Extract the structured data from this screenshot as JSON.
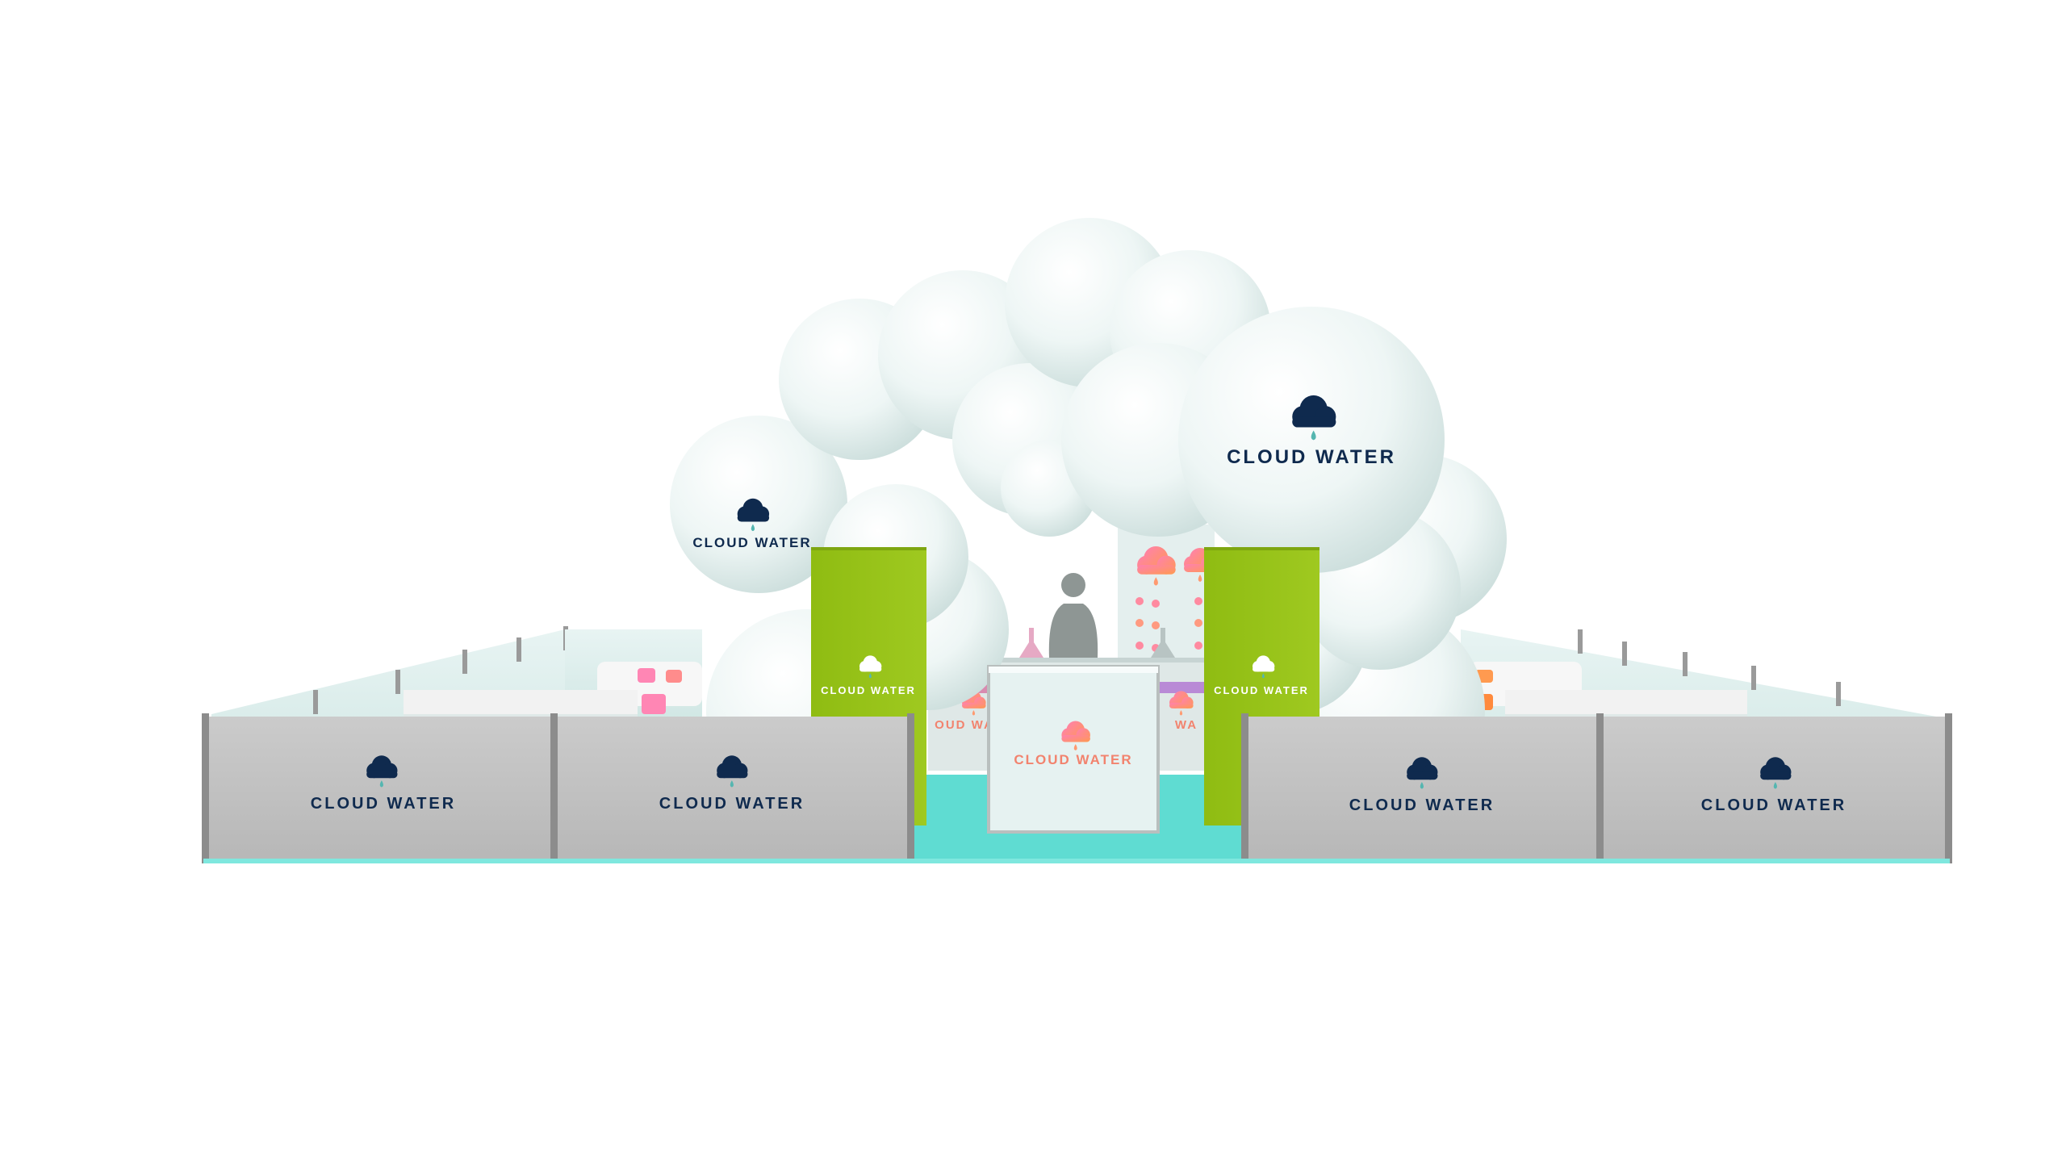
{
  "brand": {
    "name": "CLOUD WATER",
    "logo_icon": "cloud-raindrop-icon",
    "colors": {
      "navy": "#0f2a4e",
      "drop": "#55b6b0",
      "coral": "#f2836e",
      "lime": "#97c21a",
      "aqua_floor": "#64e0d6",
      "panel_grey": "#c2c2c2",
      "cloud_white": "#f3f8f7"
    }
  },
  "scene": {
    "front_panels": [
      "CLOUD WATER",
      "CLOUD WATER",
      "CLOUD WATER",
      "CLOUD WATER"
    ],
    "cloud_signs": [
      "CLOUD WATER",
      "CLOUD WATER"
    ],
    "banners": [
      "CLOUD WATER",
      "CLOUD WATER"
    ],
    "counter_label": "CLOUD WATER",
    "back_wall_fragment_left": "OUD WA",
    "back_wall_fragment_right": "WA"
  }
}
